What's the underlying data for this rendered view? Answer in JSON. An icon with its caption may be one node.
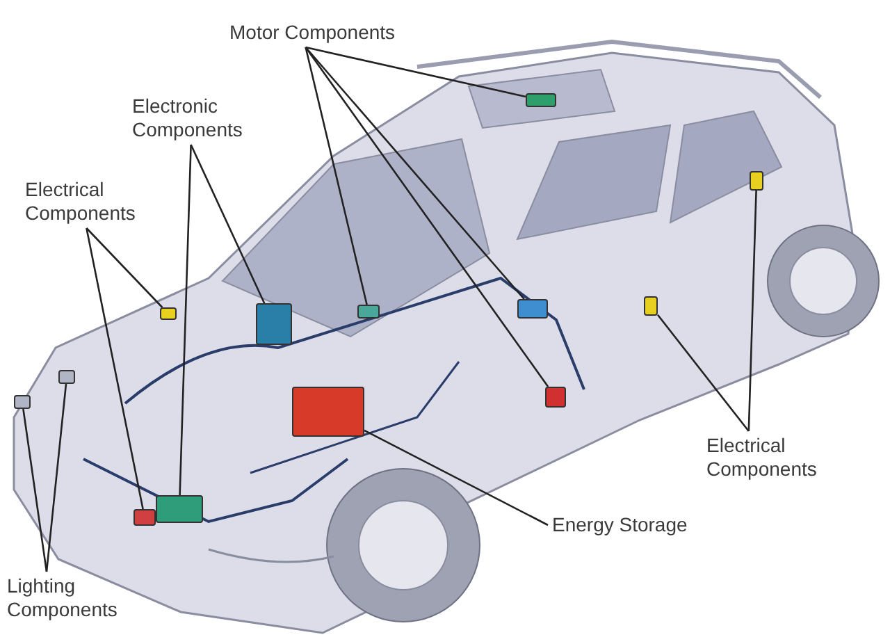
{
  "diagram": {
    "nodes": [
      {
        "text": [
          "Motor Components"
        ]
      },
      {
        "text": [
          "Electronic Components"
        ]
      },
      {
        "text": [
          "Electrical Components"
        ]
      },
      {
        "text": [
          "Lighting Components"
        ]
      },
      {
        "text": [
          "Energy Storage"
        ]
      },
      {
        "text": [
          "Electrical Components"
        ]
      },
      {
        "text": [],
        "shape": "box"
      },
      {
        "text": [],
        "shape": "box"
      },
      {
        "text": [],
        "shape": "box"
      },
      {
        "text": [],
        "shape": "box"
      },
      {
        "text": [],
        "shape": "box"
      },
      {
        "text": [],
        "shape": "box"
      },
      {
        "text": [],
        "shape": "box"
      },
      {
        "text": [],
        "shape": "box"
      },
      {
        "text": [],
        "shape": "box"
      },
      {
        "text": [],
        "shape": "box"
      },
      {
        "text": [],
        "shape": "box"
      },
      {
        "text": [],
        "shape": "box"
      },
      {
        "text": [],
        "shape": "box"
      }
    ],
    "edges": [
      {
        "from": 0,
        "to": 6,
        "arrow": "none"
      },
      {
        "from": 0,
        "to": 7,
        "arrow": "none"
      },
      {
        "from": 0,
        "to": 8,
        "arrow": "none"
      },
      {
        "from": 0,
        "to": 9,
        "arrow": "none"
      },
      {
        "from": 1,
        "to": 10,
        "arrow": "none"
      },
      {
        "from": 1,
        "to": 11,
        "arrow": "none"
      },
      {
        "from": 2,
        "to": 12,
        "arrow": "none"
      },
      {
        "from": 2,
        "to": 13,
        "arrow": "none"
      },
      {
        "from": 3,
        "to": 14,
        "arrow": "none"
      },
      {
        "from": 3,
        "to": 15,
        "arrow": "none"
      },
      {
        "from": 4,
        "to": 16,
        "arrow": "none"
      },
      {
        "from": 5,
        "to": 17,
        "arrow": "none"
      },
      {
        "from": 5,
        "to": 18,
        "arrow": "none"
      }
    ]
  }
}
